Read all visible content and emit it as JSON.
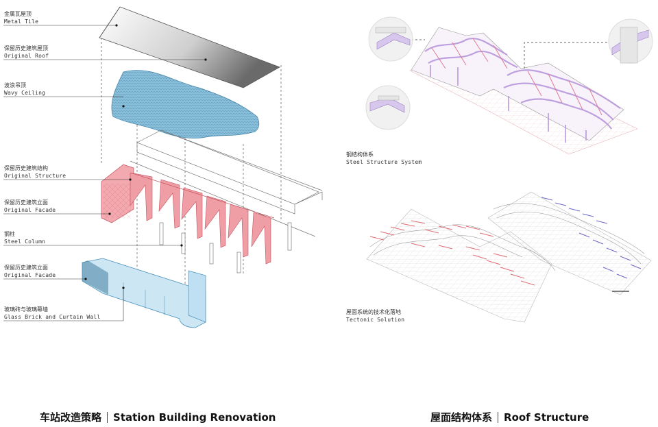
{
  "left_labels": [
    {
      "cn": "金属瓦屋顶",
      "en": "Metal Tile"
    },
    {
      "cn": "保留历史建筑屋顶",
      "en": "Original Roof"
    },
    {
      "cn": "波浪吊顶",
      "en": "Wavy Ceiling"
    },
    {
      "cn": "保留历史建筑结构",
      "en": "Original Structure"
    },
    {
      "cn": "保留历史建筑立面",
      "en": "Original Facade"
    },
    {
      "cn": "钢柱",
      "en": "Steel Column"
    },
    {
      "cn": "保留历史建筑立面",
      "en": "Original Facade"
    },
    {
      "cn": "玻璃砖与玻璃幕墙",
      "en": "Glass Brick and Curtain Wall"
    }
  ],
  "right_labels": [
    {
      "cn": "钢结构体系",
      "en": "Steel Structure System"
    },
    {
      "cn": "屋面系统的技术化落地",
      "en": "Tectonic Solution"
    }
  ],
  "captions": {
    "left_cn": "车站改造策略",
    "left_en": "Station Building Renovation",
    "right_cn": "屋面结构体系",
    "right_en": "Roof Structure"
  },
  "colors": {
    "structure_red": "#e8858f",
    "ceiling_blue": "#7fb4cf",
    "glass_blue": "#bfe0f2",
    "steel_purple": "#b49ad8",
    "grid_pink": "#f0c9cc"
  }
}
